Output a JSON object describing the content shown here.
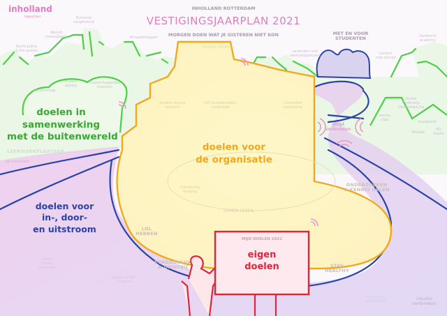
{
  "header": {
    "logo": "inholland",
    "logo_sub": "hogeschool",
    "org": "INHOLLAND ROTTERDAM",
    "title": "VESTIGINGSJAARPLAN 2021",
    "subtitle": "MORGEN DOEN WAT JE GISTEREN NIET KON"
  },
  "goals": {
    "external": [
      "doelen in",
      "samenwerking",
      "met de buitenwereld"
    ],
    "organisation": [
      "doelen voor",
      "de organisatie"
    ],
    "flow": [
      "doelen voor",
      "in-, door-",
      "en uitstroom"
    ],
    "own": [
      "eigen",
      "doelen"
    ],
    "own_board_title": "MIJN DOELEN 2021"
  },
  "sections": {
    "students": [
      "MET EN VOOR",
      "STUDENTEN"
    ],
    "research": [
      "ONDERZOEKEN",
      "& KENNIS DELEN"
    ],
    "fun": [
      "LOL",
      "HEBBEN"
    ],
    "personal": [
      "PERSOONLIJK",
      "& DICHTBIJ"
    ],
    "healthy": [
      "STAY",
      "HEALTHY"
    ],
    "living": "SAMEN LEVEN",
    "workplaces": "LEERWERKPLAATSEN",
    "working": "SAMEN WERKEN"
  },
  "small_labels": {
    "eurovision": [
      "Eurovisie",
      "songfestival"
    ],
    "harbour": [
      "Wereld",
      "havendagen"
    ],
    "police": [
      "World police",
      "& fire games"
    ],
    "makeithappen": "#makeithappen",
    "partners": [
      "verbinden met",
      "werkveldpartners"
    ],
    "alumni": [
      "contact",
      "met alumni"
    ],
    "dordrecht": [
      "Dordrecht",
      "academy"
    ],
    "citizenship": "burgerschap",
    "wellbeing": [
      "student",
      "welzijn"
    ],
    "society": [
      "maatschappelijke",
      "kwesties"
    ],
    "side_entrants": "zij-instromers",
    "success": [
      "student succes",
      "centrum"
    ],
    "iso": [
      "ISO tevredenheids-",
      "onderzoek"
    ],
    "classrooms": [
      "connected",
      "classrooms"
    ],
    "community": [
      "community",
      "building"
    ],
    "connected": [
      "altijd",
      "verbonden"
    ],
    "clips": [
      "kennis",
      "clips"
    ],
    "online_support": [
      "Online",
      "Onderwijs",
      "Ondersteuning"
    ],
    "sharepoint": "sharepoint",
    "moodle": "Moodle",
    "teams": [
      "MS",
      "Teams"
    ],
    "orientation": [
      "online",
      "studie",
      "oriëntatie"
    ],
    "guest": [
      "gastles volgen",
      "of geven"
    ],
    "lifelong": [
      "leven lang",
      "ontwikkelen"
    ],
    "visual": [
      "visuele",
      "verbinders"
    ]
  },
  "colors": {
    "pink": "#e07cc0",
    "green": "#3fc23a",
    "orange": "#f2a81c",
    "blue": "#2a43a8",
    "red": "#e0243a",
    "title_gray": "#a89aae"
  }
}
